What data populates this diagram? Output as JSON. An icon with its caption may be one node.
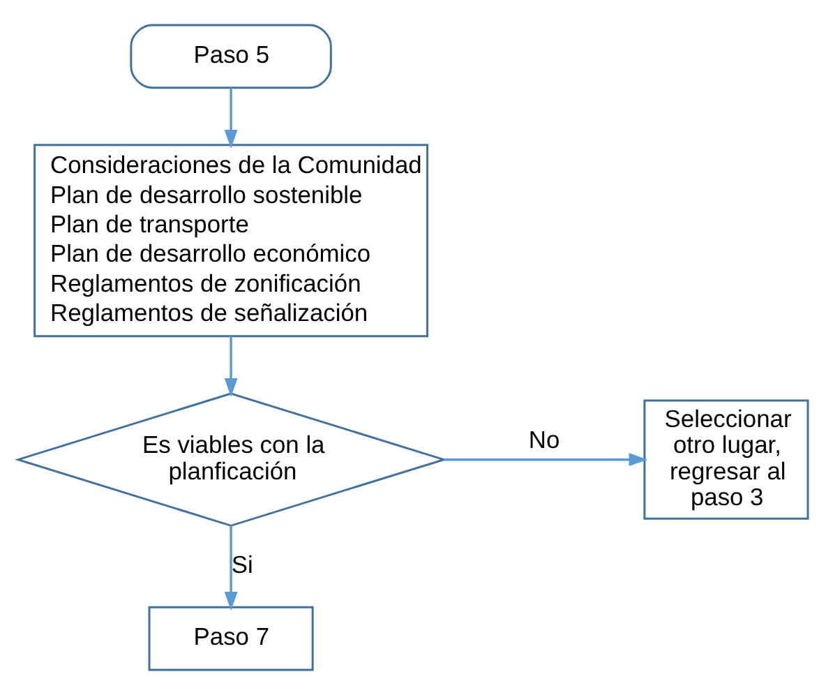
{
  "diagram": {
    "nodes": [
      {
        "text": [
          "Paso 5"
        ]
      },
      {
        "text": [
          "Consideraciones de la Comunidad",
          "Plan de desarrollo sostenible",
          "Plan de transporte",
          "Plan de desarrollo económico",
          "Reglamentos de zonificación",
          "Reglamentos de señalización"
        ]
      },
      {
        "text": [
          "Es viables con la planficación"
        ]
      },
      {
        "text": [
          "Seleccionar otro lugar, regresar al paso 3"
        ]
      },
      {
        "text": [
          "Paso 7"
        ]
      }
    ],
    "edges": [
      {
        "from": 0,
        "to": 1,
        "arrow": "to"
      },
      {
        "from": 1,
        "to": 2,
        "arrow": "to"
      },
      {
        "from": 2,
        "to": 3,
        "arrow": "to",
        "label": "No"
      },
      {
        "from": 2,
        "to": 4,
        "arrow": "to",
        "label": "Si"
      }
    ]
  }
}
